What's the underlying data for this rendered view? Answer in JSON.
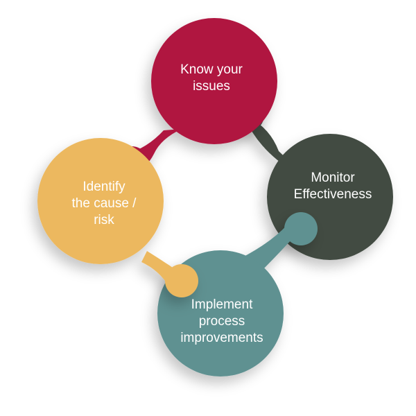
{
  "colors": {
    "know": "#b0153f",
    "monitor": "#424c42",
    "identify": "#ecb85f",
    "implement": "#5e9191",
    "background": "#ffffff",
    "text": "#ffffff"
  },
  "nodes": [
    {
      "id": "know",
      "label": "Know your\nissues"
    },
    {
      "id": "monitor",
      "label": "Monitor\nEffectiveness"
    },
    {
      "id": "identify",
      "label": "Identify\nthe cause /\nrisk"
    },
    {
      "id": "implement",
      "label": "Implement\nprocess\nimprovements"
    }
  ]
}
